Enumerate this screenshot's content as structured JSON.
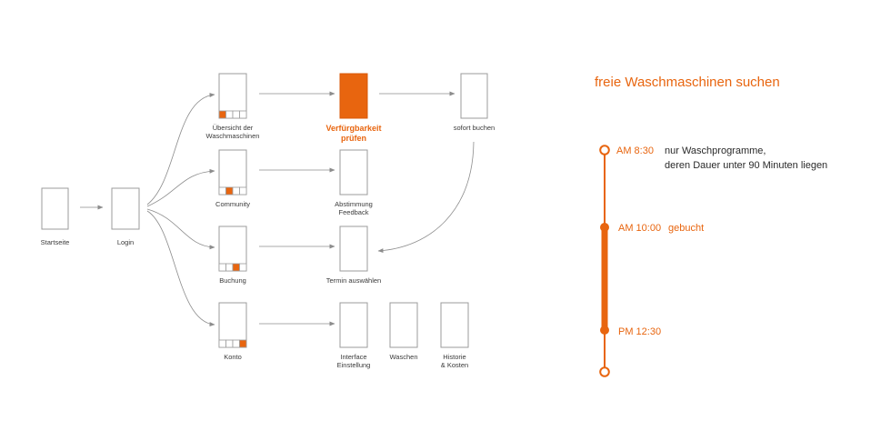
{
  "colors": {
    "accent": "#e8650f",
    "box_stroke": "#9b9b9b",
    "arrow": "#8c8c8c",
    "text": "#3a3a3a"
  },
  "flow": {
    "startseite": {
      "label": "Startseite"
    },
    "login": {
      "label": "Login"
    },
    "uebersicht": {
      "lines": [
        "Übersicht der",
        "Waschmaschinen"
      ],
      "active_tab": 1
    },
    "community": {
      "label": "Community",
      "active_tab": 2
    },
    "buchung": {
      "label": "Buchung",
      "active_tab": 3
    },
    "konto": {
      "label": "Konto",
      "active_tab": 4
    },
    "verfuegbarkeit": {
      "lines": [
        "Verfürgbarkeit",
        "prüfen"
      ]
    },
    "abstimmung": {
      "lines": [
        "Abstimmung",
        "Feedback"
      ]
    },
    "termin": {
      "label": "Termin auswählen"
    },
    "interface": {
      "lines": [
        "Interface",
        "Einstellung"
      ]
    },
    "sofort_buchen": {
      "label": "sofort buchen"
    },
    "waschen": {
      "label": "Waschen"
    },
    "historie": {
      "lines": [
        "Historie",
        "& Kosten"
      ]
    }
  },
  "timeline": {
    "title": "freie Waschmaschinen suchen",
    "events": [
      {
        "time": "AM 8:30",
        "note_lines": [
          "nur Waschprogramme,",
          "deren Dauer unter 90 Minuten liegen"
        ]
      },
      {
        "time": "AM 10:00",
        "note": "gebucht"
      },
      {
        "time": "PM 12:30"
      }
    ]
  }
}
